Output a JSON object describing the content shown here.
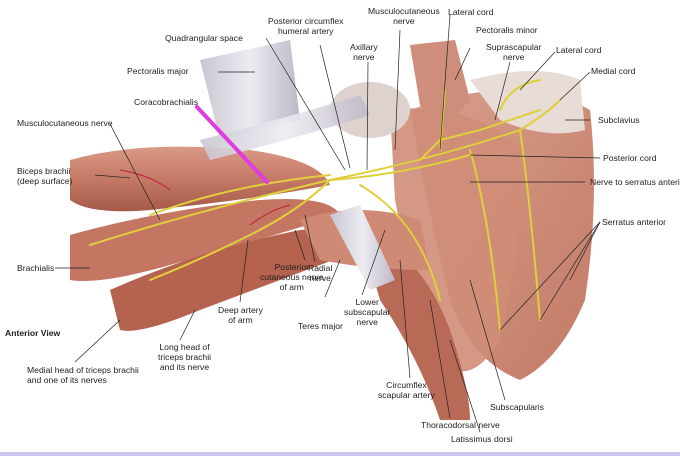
{
  "labels": {
    "quadrangular_space": "Quadrangular space",
    "posterior_circumflex_humeral_artery": "Posterior circumflex\nhumeral artery",
    "musculocutaneous_nerve_top": "Musculocutaneous\nnerve",
    "lateral_cord_top": "Lateral cord",
    "pectoralis_minor": "Pectoralis minor",
    "axillary_nerve": "Axillary\nnerve",
    "suprascapular_nerve": "Suprascapular\nnerve",
    "lateral_cord_right": "Lateral cord",
    "medial_cord": "Medial cord",
    "pectoralis_major": "Pectoralis major",
    "coracobrachialis": "Coracobrachialis",
    "musculocutaneous_nerve_left": "Musculocutaneous nerve",
    "subclavius": "Subclavius",
    "posterior_cord": "Posterior cord",
    "biceps_brachii": "Biceps brachii\n(deep surface)",
    "nerve_to_serratus_anterior": "Nerve to serratus anterior",
    "serratus_anterior": "Serratus anterior",
    "brachialis": "Brachialis",
    "radial_nerve": "Radial\nnerve",
    "deep_artery_of_arm": "Deep artery\nof arm",
    "posterior_cutaneous_nerve_of_arm": "Posterior\ncutaneous nerve\nof arm",
    "teres_major": "Teres major",
    "lower_subscapular_nerve": "Lower\nsubscapular\nnerve",
    "anterior_view": "Anterior View",
    "long_head_of_triceps": "Long head of\ntriceps brachii\nand its nerve",
    "medial_head_of_triceps": "Medial head of triceps brachii\nand one of its nerves",
    "circumflex_scapular_artery": "Circumflex\nscapular artery",
    "subscapularis": "Subscapularis",
    "thoracodorsal_nerve": "Thoracodorsal nerve",
    "latissimus_dorsi": "Latissimus dorsi"
  },
  "colors": {
    "muscle": "#c9806e",
    "muscle_dark": "#a65a4a",
    "tendon": "#e6e2ea",
    "nerve": "#e0cf3a",
    "artery": "#c03048",
    "highlight": "#e03be0",
    "leader": "#222222",
    "bottom_bar": "#cfc3f0"
  }
}
